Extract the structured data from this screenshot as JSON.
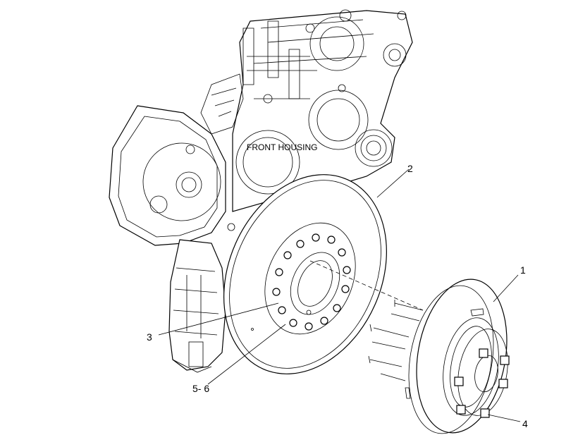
{
  "labels": {
    "front_housing": "FRONT HOUSING",
    "callout_1": "1",
    "callout_2": "2",
    "callout_3": "3",
    "callout_4": "4",
    "callout_5_6": "5- 6"
  },
  "colors": {
    "line": "#000000",
    "background": "#ffffff"
  }
}
